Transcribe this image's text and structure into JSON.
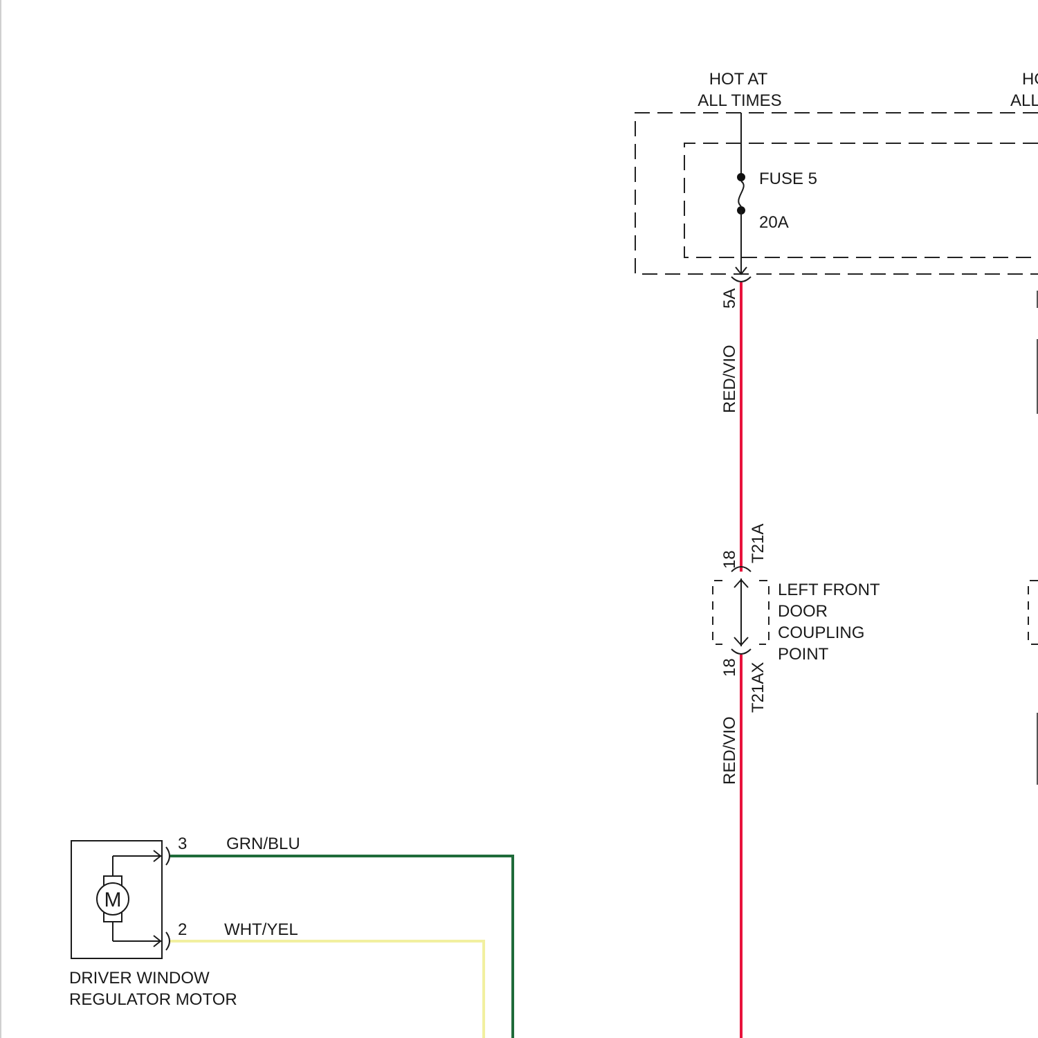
{
  "left_edge": {},
  "power_source": {
    "line1": "HOT AT",
    "line2": "ALL TIMES",
    "right_partial_line1": "HO",
    "right_partial_line2": "ALL"
  },
  "fuse": {
    "name": "FUSE 5",
    "rating": "20A"
  },
  "circuit_main": {
    "connector_pin": "5A",
    "wire_color_upper": "RED/VIO",
    "wire_color_lower": "RED/VIO",
    "wire_stroke": "#e8123c"
  },
  "coupling": {
    "label_line1": "LEFT FRONT",
    "label_line2": "DOOR",
    "label_line3": "COUPLING",
    "label_line4": "POINT",
    "upper_pin": "18",
    "upper_connector": "T21A",
    "lower_pin": "18",
    "lower_connector": "T21AX"
  },
  "motor": {
    "symbol": "M",
    "label_line1": "DRIVER WINDOW",
    "label_line2": "REGULATOR MOTOR",
    "pin_a": "3",
    "wire_a": "GRN/BLU",
    "wire_a_stroke": "#1f6b3a",
    "pin_b": "2",
    "wire_b": "WHT/YEL",
    "wire_b_stroke": "#f2f0a0"
  }
}
